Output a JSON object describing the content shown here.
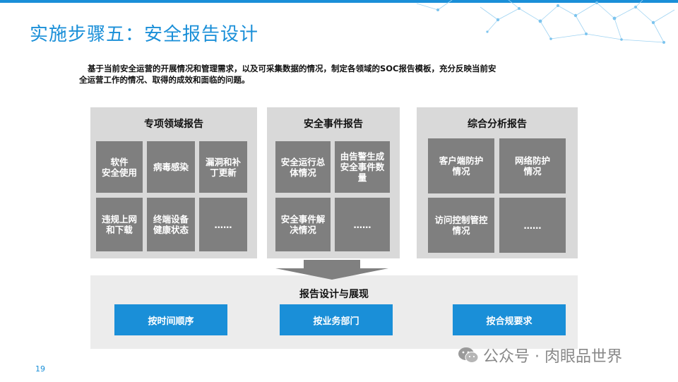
{
  "slide": {
    "title": "实施步骤五：安全报告设计",
    "intro_line1": "基于当前安全运营的开展情况和管理需求，以及可采集数据的情况，制定各领域的SOC报告模板，充分反映当前安",
    "intro_line2": "全运营工作的情况、取得的成效和面临的问题。",
    "page_number": "19"
  },
  "panels": [
    {
      "title": "专项领域报告",
      "tiles": [
        [
          "软件",
          "安全使用"
        ],
        [
          "病毒感染"
        ],
        [
          "漏洞和补",
          "丁更新"
        ],
        [
          "违规上网",
          "和下载"
        ],
        [
          "终端设备",
          "健康状态"
        ],
        [
          "……"
        ]
      ]
    },
    {
      "title": "安全事件报告",
      "tiles": [
        [
          "安全运行总",
          "体情况"
        ],
        [
          "由告警生成",
          "安全事件数",
          "量"
        ],
        [
          "安全事件解",
          "决情况"
        ],
        [
          "……"
        ]
      ]
    },
    {
      "title": "综合分析报告",
      "tiles": [
        [
          "客户端防护",
          "情况"
        ],
        [
          "网络防护",
          "情况"
        ],
        [
          "访问控制管控",
          "情况"
        ],
        [
          "……"
        ]
      ]
    }
  ],
  "bottom": {
    "title": "报告设计与展现",
    "buttons": [
      "按时间顺序",
      "按业务部门",
      "按合规要求"
    ]
  },
  "watermark": {
    "icon": "wechat-icon",
    "text": "公众号 · 肉眼品世界"
  },
  "colors": {
    "accent": "#1a8fd8",
    "panel_bg": "#d9d9d9",
    "tile_bg": "#7f7f7f",
    "bottom_bg": "#ececec"
  }
}
